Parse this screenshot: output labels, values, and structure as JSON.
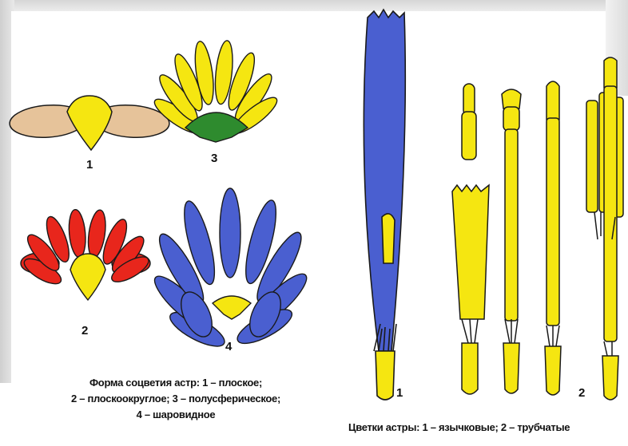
{
  "left_figure": {
    "labels": {
      "n1": "1",
      "n2": "2",
      "n3": "3",
      "n4": "4"
    },
    "caption_line1": "Форма соцветия астр: 1 – плоское;",
    "caption_line2": "2 – плоскоокруглое; 3 – полусферическое;",
    "caption_line3": "4 – шаровидное"
  },
  "right_figure": {
    "labels": {
      "n1": "1",
      "n2": "2"
    },
    "caption": "Цветки астры: 1 – язычковые; 2 – трубчатые"
  },
  "colors": {
    "yellow": "#f5e611",
    "blue": "#4a5fd0",
    "red": "#e8261c",
    "green": "#2e8b2e",
    "beige": "#e6c39a",
    "outline": "#1a1a1a"
  }
}
